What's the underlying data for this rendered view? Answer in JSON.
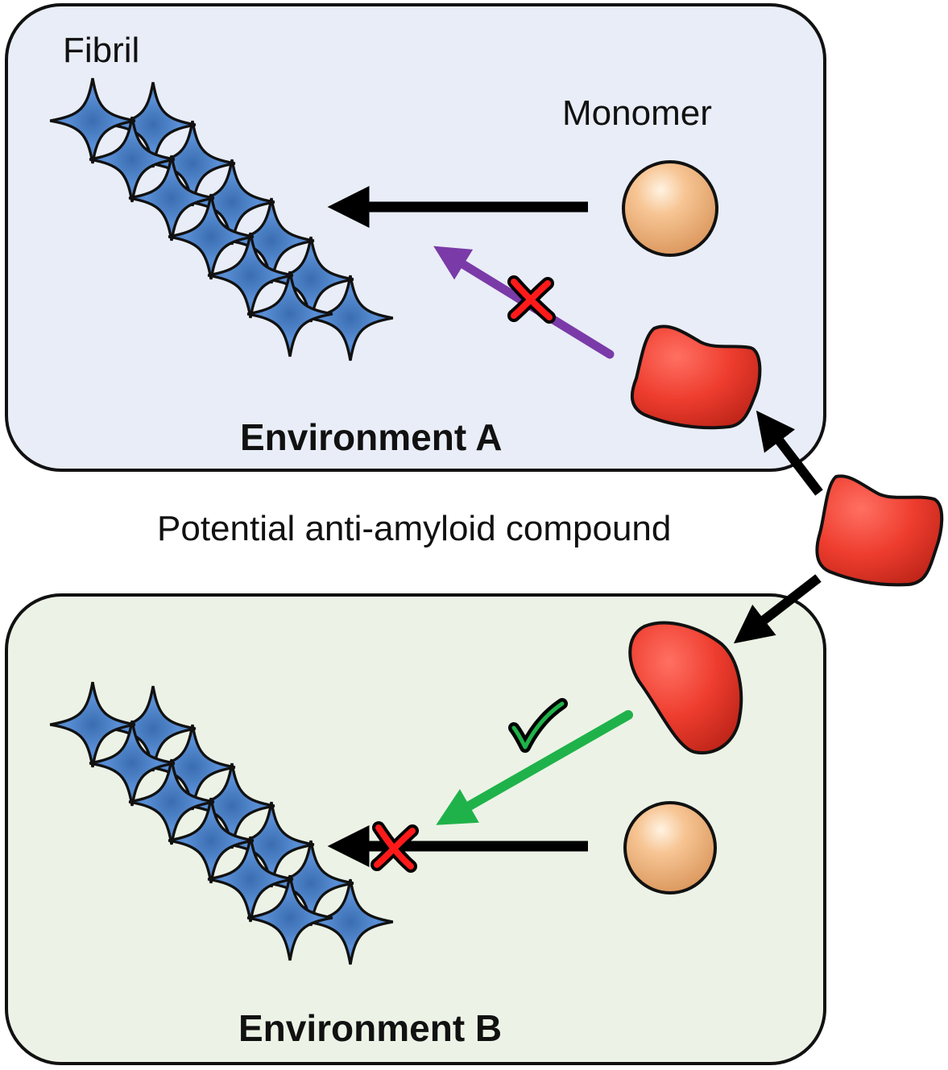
{
  "environment_a": {
    "title": "Environment A",
    "fibril_label": "Fibril",
    "monomer_label": "Monomer",
    "background": "#e9edf7"
  },
  "environment_b": {
    "title": "Environment B",
    "background": "#ecf3e6"
  },
  "compound_label": "Potential anti-amyloid compound",
  "colors": {
    "fibril_blue": "#4a7fc4",
    "monomer_peach": "#f5bf8c",
    "compound_red": "#ee3d2f",
    "blocked_arrow_purple": "#7a3aa8",
    "allowed_arrow_green": "#1fb24a",
    "cross_red": "#ff1a1a",
    "check_green": "#1fb24a",
    "arrow_black": "#000000"
  },
  "icons": {
    "blocked_mark": "cross-icon",
    "allowed_mark": "check-icon"
  }
}
